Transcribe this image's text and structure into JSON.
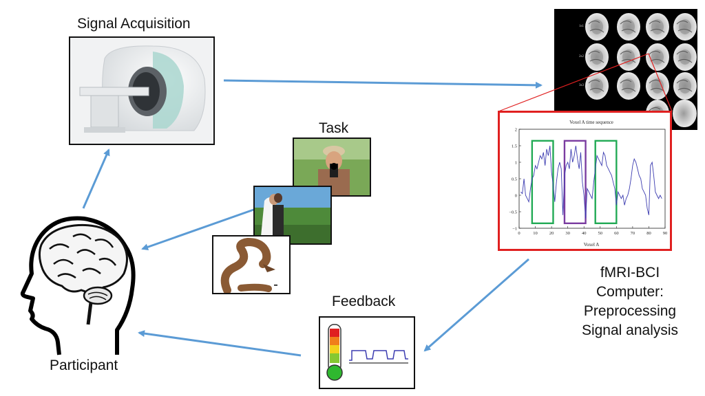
{
  "labels": {
    "signal_acquisition": "Signal Acquisition",
    "task": "Task",
    "feedback": "Feedback",
    "participant": "Participant",
    "computer_lines": [
      "fMRI-BCI",
      "Computer:",
      "Preprocessing",
      "Signal analysis"
    ]
  },
  "brain_grid_row_labels": [
    "1s1",
    "2s2",
    "3s3"
  ],
  "colors": {
    "arrow": "#5b9bd5",
    "plot_frame": "#e02020",
    "series_line": "#3b3bb0",
    "box_green": "#22aa55",
    "box_purple": "#7a3ca0"
  },
  "chart_data": {
    "type": "line",
    "title": "Voxel A time sequence",
    "xlabel": "Voxel A",
    "ylabel": "",
    "xlim": [
      0,
      90
    ],
    "ylim": [
      -1,
      2
    ],
    "xticks": [
      0,
      10,
      20,
      30,
      40,
      50,
      60,
      70,
      80,
      90
    ],
    "yticks": [
      -1,
      -0.5,
      0,
      0.5,
      1,
      1.5,
      2
    ],
    "ytick_labels": [
      "−1",
      "−0.5",
      "0",
      "0.5",
      "1",
      "1.5",
      "2"
    ],
    "series": [
      {
        "x": [
          1,
          2,
          3,
          4,
          5,
          6,
          7,
          8,
          9,
          10,
          11,
          12,
          13,
          14,
          15,
          16,
          17,
          18,
          19,
          20,
          21,
          22,
          23,
          24,
          25,
          26,
          27,
          28,
          29,
          30,
          31,
          32,
          33,
          34,
          35,
          36,
          37,
          38,
          39,
          40,
          41,
          42,
          43,
          44,
          45,
          46,
          47,
          48,
          49,
          50,
          51,
          52,
          53,
          54,
          55,
          56,
          57,
          58,
          59,
          60,
          61,
          62,
          63,
          64,
          65,
          66,
          67,
          68,
          69,
          70,
          71,
          72,
          73,
          74,
          75,
          76,
          77,
          78,
          79,
          80,
          81,
          82,
          83,
          84,
          85,
          86,
          87,
          88
        ],
        "y": [
          0.1,
          0.05,
          0.5,
          0.0,
          -0.1,
          -0.2,
          0.2,
          0.5,
          0.6,
          0.9,
          0.8,
          1.0,
          1.2,
          1.1,
          1.3,
          0.9,
          1.4,
          1.2,
          1.5,
          0.7,
          0.3,
          -0.2,
          0.4,
          0.8,
          1.0,
          0.8,
          -0.6,
          0.6,
          0.9,
          1.0,
          0.8,
          1.4,
          1.0,
          1.2,
          1.5,
          1.1,
          0.8,
          1.3,
          0.4,
          0.0,
          -0.7,
          0.2,
          0.1,
          0.0,
          -0.1,
          0.4,
          0.8,
          1.2,
          1.1,
          1.0,
          0.9,
          1.3,
          1.2,
          0.9,
          0.8,
          0.7,
          0.6,
          0.4,
          0.2,
          -0.3,
          0.1,
          0.0,
          -0.1,
          0.0,
          -0.3,
          -0.1,
          0.0,
          0.2,
          0.5,
          0.9,
          1.1,
          1.0,
          0.8,
          0.6,
          0.5,
          0.2,
          0.1,
          0.0,
          -0.4,
          -0.6,
          0.9,
          1.0,
          0.6,
          0.1,
          0.0,
          -0.1,
          0.0,
          -0.1
        ]
      }
    ],
    "highlight_boxes": [
      {
        "x0": 8,
        "x1": 21,
        "y0": -0.85,
        "y1": 1.65,
        "color": "#22aa55"
      },
      {
        "x0": 28,
        "x1": 41,
        "y0": -0.85,
        "y1": 1.65,
        "color": "#7a3ca0"
      },
      {
        "x0": 47,
        "x1": 60,
        "y0": -0.85,
        "y1": 1.65,
        "color": "#22aa55"
      }
    ]
  }
}
